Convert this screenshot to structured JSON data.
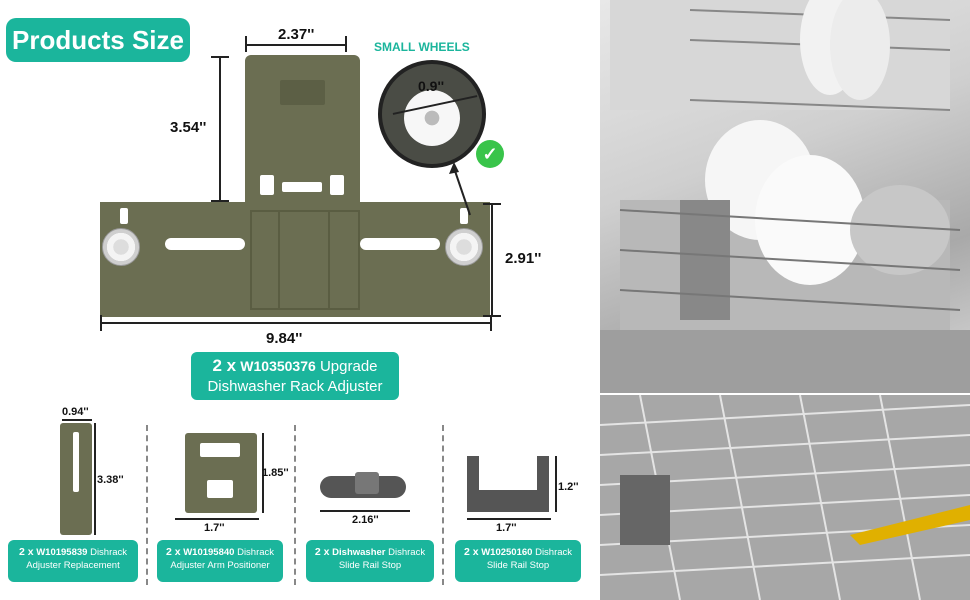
{
  "title": "Products Size",
  "main_part": {
    "dim_width_top": "2.37''",
    "dim_height_left": "3.54''",
    "dim_height_right": "2.91''",
    "dim_width_bottom": "9.84''",
    "small_wheels_label": "SMALL WHEELS",
    "wheel_dim": "0.9''",
    "badge_qty": "2 x",
    "badge_model": "W10350376",
    "badge_line1_rest": "Upgrade",
    "badge_line2": "Dishwasher Rack Adjuster"
  },
  "small_parts": [
    {
      "dim_a": "0.94''",
      "dim_b": "3.38''",
      "qty": "2 x",
      "model": "W10195839",
      "line1_rest": "Dishrack",
      "line2": "Adjuster Replacement"
    },
    {
      "dim_a": "1.7''",
      "dim_b": "1.85''",
      "qty": "2 x",
      "model": "W10195840",
      "line1_rest": "Dishrack",
      "line2": "Adjuster Arm Positioner"
    },
    {
      "dim_a": "2.16''",
      "qty": "2 x",
      "model": "Dishwasher",
      "line1_rest": "Dishrack",
      "line2": "Slide Rail Stop"
    },
    {
      "dim_a": "1.7''",
      "dim_b": "1.2''",
      "qty": "2 x",
      "model": "W10250160",
      "line1_rest": "Dishrack",
      "line2": "Slide Rail Stop"
    }
  ],
  "colors": {
    "accent": "#1bb59c",
    "part": "#6b6e52",
    "check": "#39c44a"
  }
}
